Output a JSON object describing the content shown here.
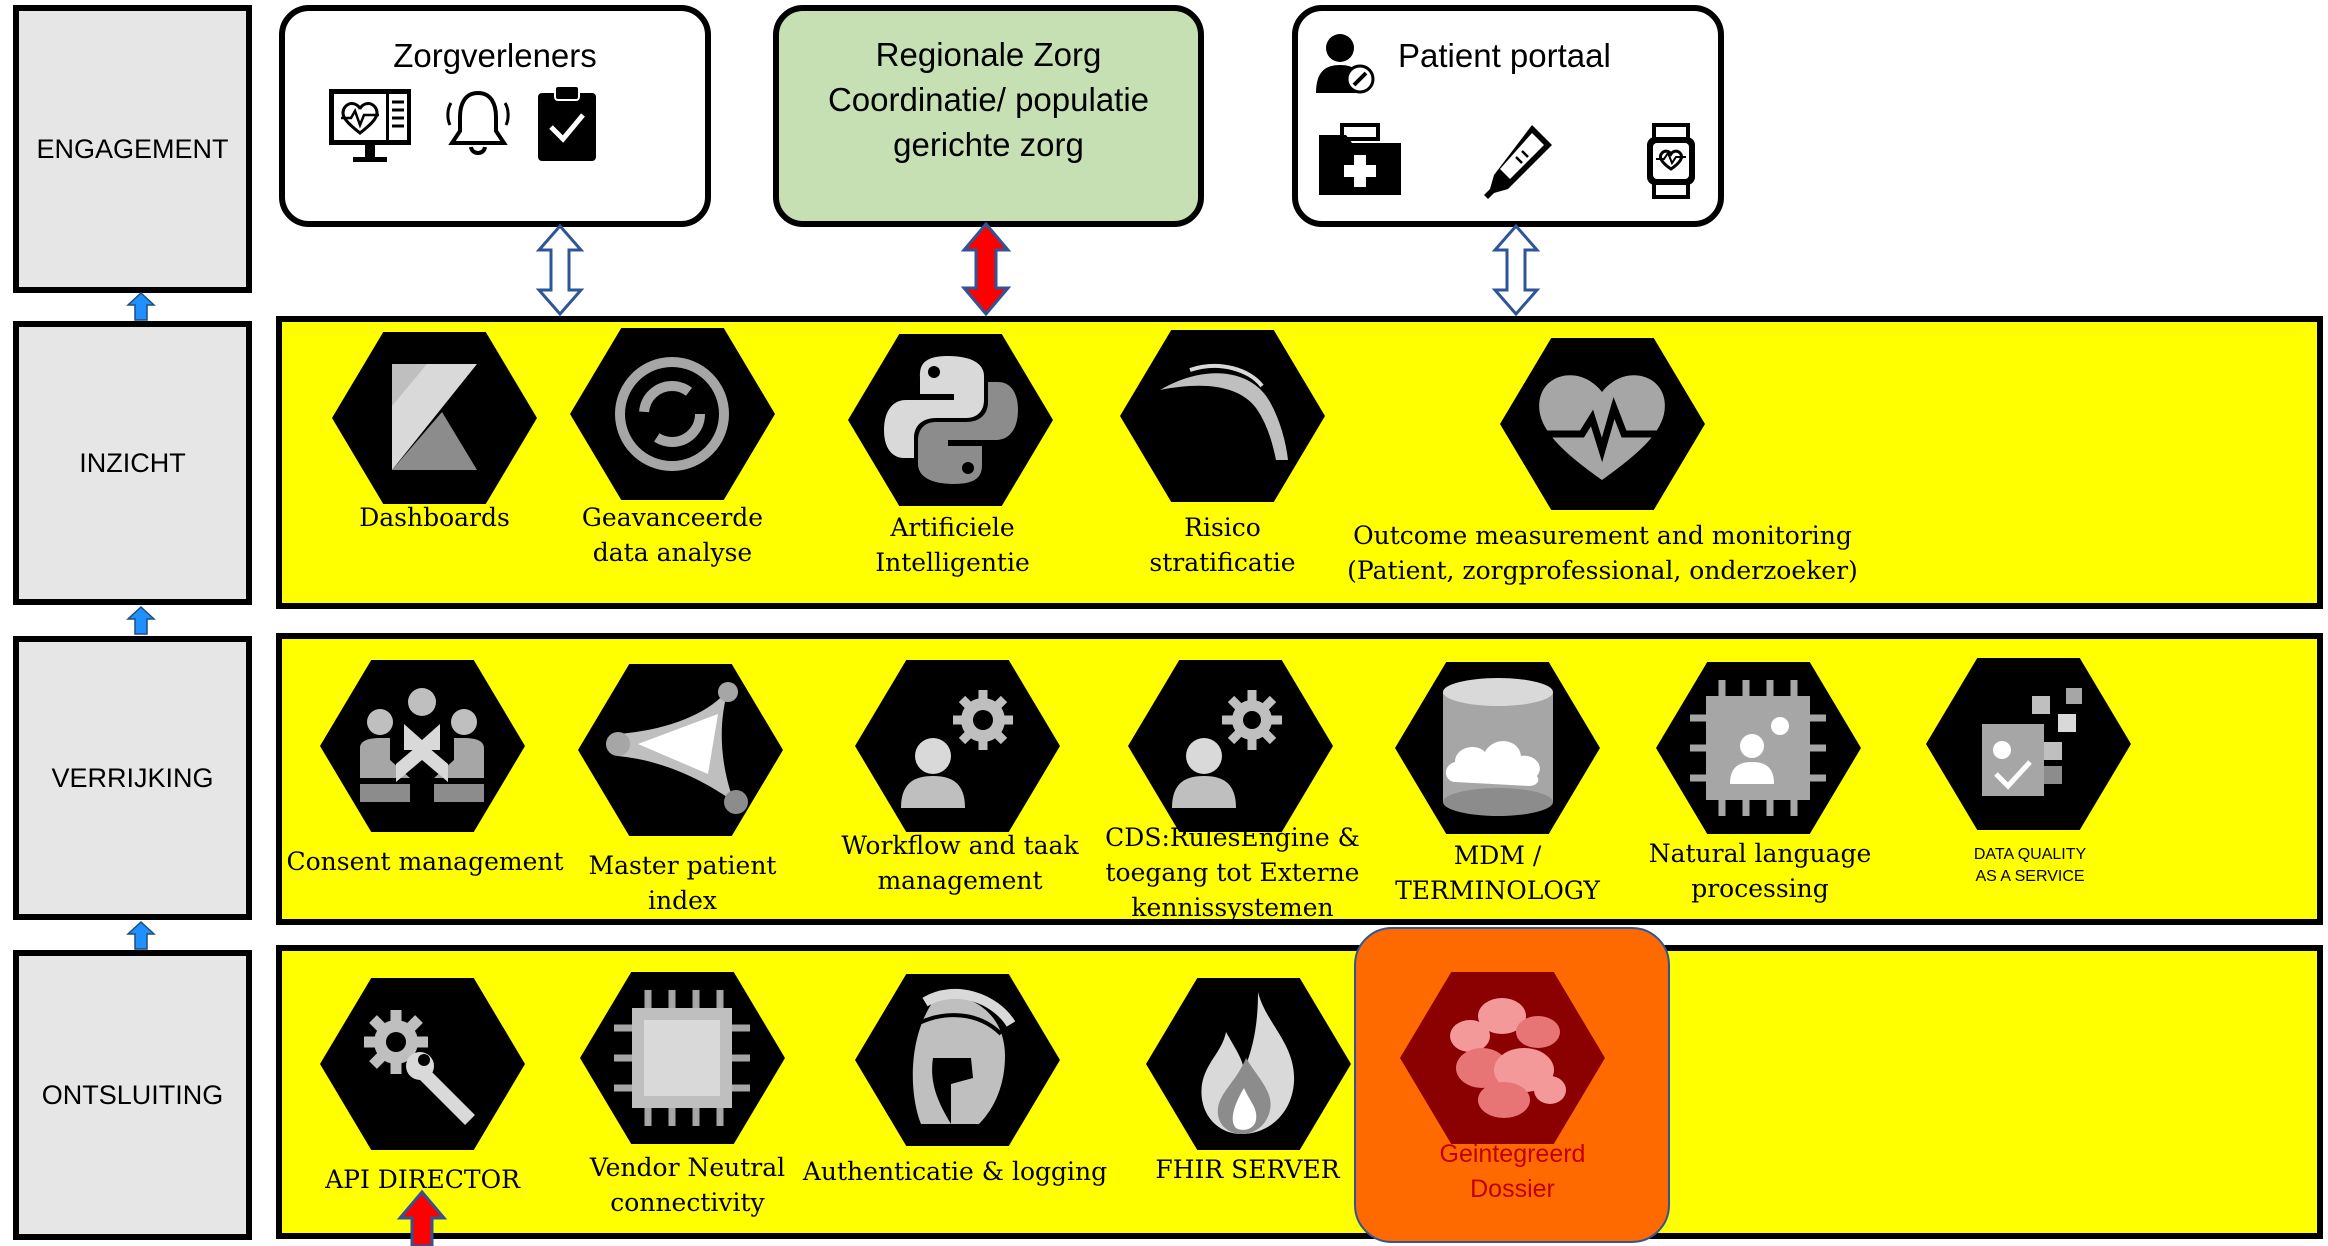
{
  "layers": {
    "engagement": "ENGAGEMENT",
    "inzicht": "INZICHT",
    "verrijking": "VERRIJKING",
    "ontsluiting": "ONTSLUITING"
  },
  "engagement_boxes": {
    "zorgverleners": {
      "title": "Zorgverleners",
      "icons": [
        "monitor-heart-icon",
        "bell-icon",
        "clipboard-check-icon"
      ]
    },
    "regionale": {
      "title_lines": [
        "Regionale Zorg",
        "Coordinatie/ populatie",
        "gerichte zorg"
      ],
      "color": "#c6e0b4"
    },
    "patient": {
      "title": "Patient portaal",
      "icons": [
        "user-icon",
        "medical-folder-icon",
        "thermometer-icon",
        "smartwatch-icon"
      ]
    }
  },
  "inzicht": [
    {
      "lines": [
        "Dashboards"
      ],
      "icon": "kibana-icon"
    },
    {
      "lines": [
        "Geavanceerde",
        "data analyse"
      ],
      "icon": "analytics-swirl-icon"
    },
    {
      "lines": [
        "Artificiele",
        "Intelligentie"
      ],
      "icon": "python-icon"
    },
    {
      "lines": [
        "Risico",
        "stratificatie"
      ],
      "icon": "arc-icon"
    },
    {
      "lines": [
        "Outcome measurement and monitoring",
        "(Patient, zorgprofessional, onderzoeker)"
      ],
      "icon": "heart-pulse-icon"
    }
  ],
  "verrijking": [
    {
      "lines": [
        "Consent management"
      ],
      "icon": "people-group-icon"
    },
    {
      "lines": [
        "Master patient",
        "index"
      ],
      "icon": "network-icon"
    },
    {
      "lines": [
        "Workflow and taak",
        "management"
      ],
      "icon": "user-gear-icon"
    },
    {
      "lines": [
        "CDS:RulesEngine &",
        "toegang tot Externe",
        "kennissystemen"
      ],
      "icon": "user-gear-icon"
    },
    {
      "lines": [
        "MDM /",
        "TERMINOLOGY"
      ],
      "icon": "database-cloud-icon"
    },
    {
      "lines": [
        "Natural language",
        "processing"
      ],
      "icon": "chip-user-icon"
    },
    {
      "lines": [
        "DATA QUALITY",
        "AS A SERVICE"
      ],
      "icon": "data-quality-icon"
    }
  ],
  "ontsluiting": [
    {
      "lines": [
        "API DIRECTOR"
      ],
      "icon": "gear-wrench-icon"
    },
    {
      "lines": [
        "Vendor Neutral",
        "connectivity"
      ],
      "icon": "chip-icon"
    },
    {
      "lines": [
        "Authenticatie & logging"
      ],
      "icon": "helmet-icon"
    },
    {
      "lines": [
        "FHIR SERVER"
      ],
      "icon": "flame-icon"
    },
    {
      "lines": [
        "Geintegreerd",
        "Dossier"
      ],
      "icon": "cells-icon",
      "highlight": "#ff6a00"
    }
  ],
  "colors": {
    "band": "#ffff00",
    "label_bg": "#e6e6e6",
    "red_arrow": "#ff0000",
    "blue_arrow": "#1e90ff",
    "dossier_text": "#c00000"
  }
}
